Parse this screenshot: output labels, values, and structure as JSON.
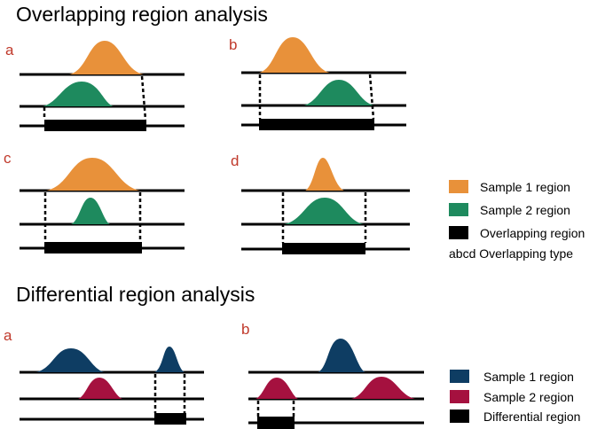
{
  "overlap": {
    "title": "Overlapping region analysis",
    "panel_labels": [
      "a",
      "b",
      "c",
      "d"
    ],
    "legend": [
      {
        "label": "Sample 1 region",
        "color": "#E8913A"
      },
      {
        "label": "Sample 2 region",
        "color": "#1E8A5E"
      },
      {
        "label": "Overlapping region",
        "color": "#000000"
      }
    ],
    "type_note": "abcd Overlapping type"
  },
  "differential": {
    "title": "Differential  region analysis",
    "panel_labels": [
      "a",
      "b"
    ],
    "legend": [
      {
        "label": "Sample 1 region",
        "color": "#0E3D63"
      },
      {
        "label": "Sample 2 region",
        "color": "#A5113F"
      },
      {
        "label": "Differential region",
        "color": "#000000"
      }
    ]
  }
}
